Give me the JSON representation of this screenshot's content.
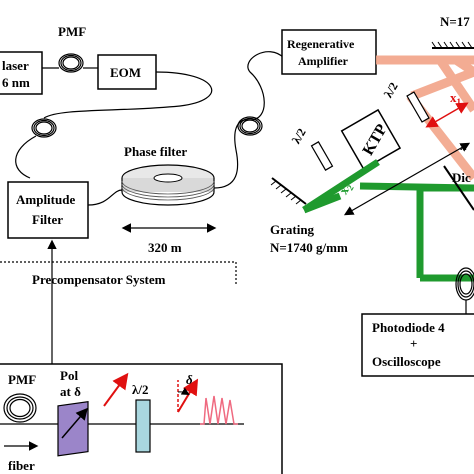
{
  "labels": {
    "pmf_top": "PMF",
    "laser_line1": "laser",
    "laser_line2": "6 nm",
    "eom": "EOM",
    "phase_filter": "Phase filter",
    "amplitude_filter_line1": "Amplitude",
    "amplitude_filter_line2": "Filter",
    "fiber_length": "320 m",
    "precompensator": "Precompensator System",
    "regen_line1": "Regenerative",
    "regen_line2": "Amplifier",
    "grating_top": "N=17",
    "lambda2_a": "λ/2",
    "lambda2_b": "λ/2",
    "ktp": "KTP",
    "x1": "x",
    "x1_sub": "1",
    "x2": "x",
    "x2_sub": "2",
    "x_dist": "x",
    "dichroic": "Dic",
    "grating_bottom_line1": "Grating",
    "grating_bottom_line2": "N=1740 g/mm",
    "photodiode_line1": "Photodiode 4",
    "photodiode_line2": "+",
    "photodiode_line3": "Oscilloscope",
    "inset_pmf": "PMF",
    "inset_fiber": "fiber",
    "inset_pol_line1": "Pol",
    "inset_pol_line2": "at δ",
    "inset_lambda2": "λ/2",
    "inset_delta": "δ"
  },
  "colors": {
    "beam_orange": "#f2a488",
    "beam_green": "#1f9a2e",
    "arrow_red": "#e01010",
    "arrow_black": "#000000",
    "polarizer_fill": "#9b85c9",
    "waveplate_fill": "#a9d7df",
    "spectrum_pink": "#ef6a80"
  },
  "icons": {
    "fiber_coil": "fiber-coil-icon",
    "fiber_spool": "fiber-spool-icon",
    "grating": "grating-icon",
    "photodiode": "photodiode-icon"
  }
}
